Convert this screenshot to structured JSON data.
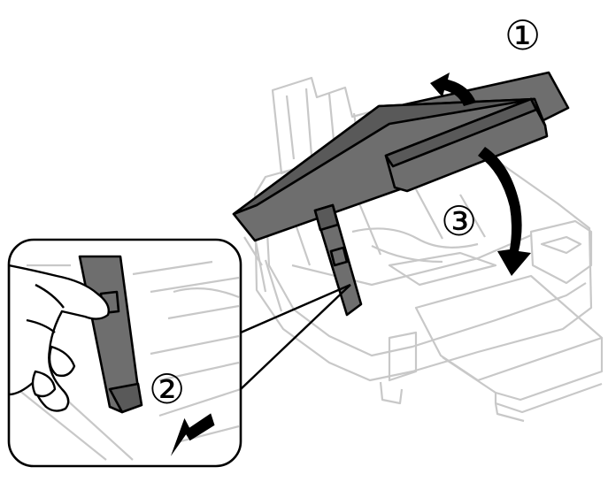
{
  "steps": {
    "step1": "①",
    "step2": "②",
    "step3": "③"
  },
  "colors": {
    "line_light": "#c8c8c8",
    "unit_dark": "#6e6e6e",
    "unit_darker": "#595959",
    "outline": "#000000",
    "skin": "#ffffff"
  }
}
